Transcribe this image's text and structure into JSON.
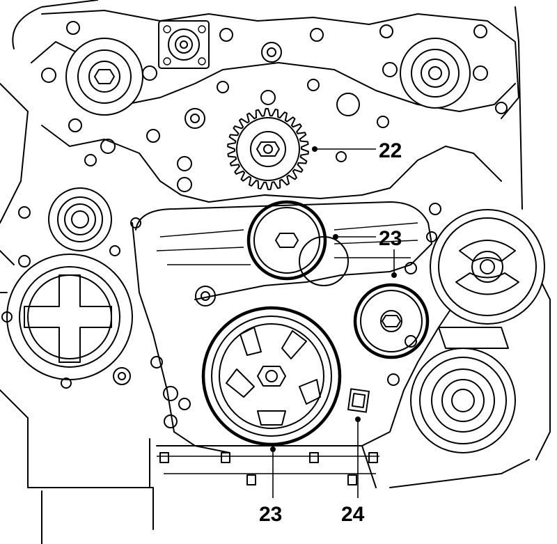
{
  "callouts": [
    {
      "id": "22",
      "label": "22"
    },
    {
      "id": "23a",
      "label": "23"
    },
    {
      "id": "23b",
      "label": "23"
    },
    {
      "id": "24",
      "label": "24"
    }
  ],
  "colors": {
    "line": "#000000",
    "background": "#ffffff"
  }
}
